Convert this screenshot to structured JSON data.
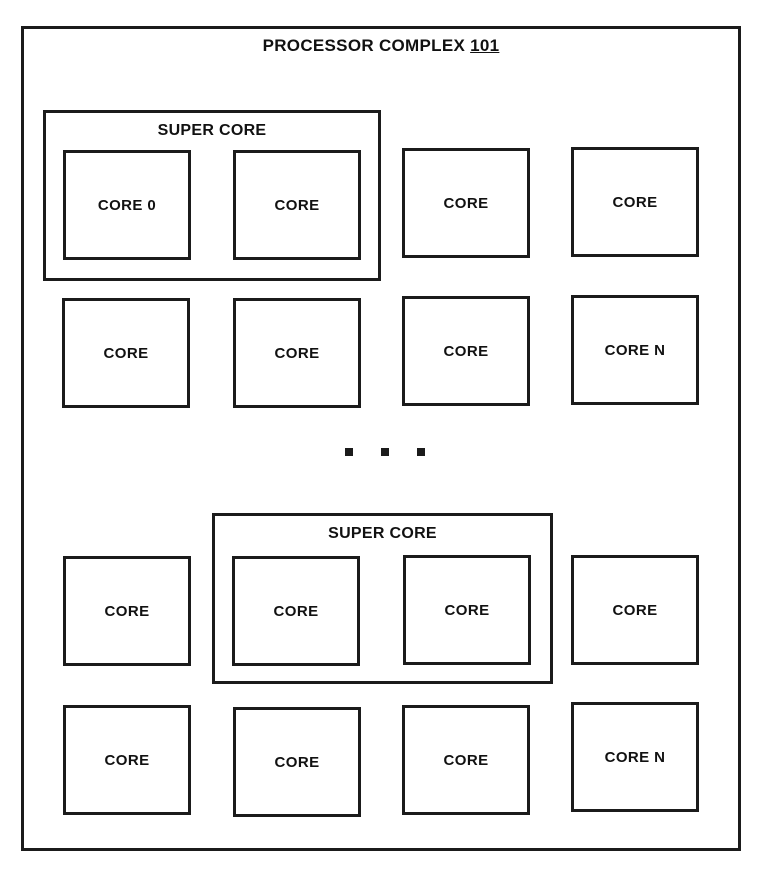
{
  "figure": {
    "title": {
      "text": "PROCESSOR COMPLEX",
      "ref": "101"
    },
    "ellipsis": ". . .",
    "row1": {
      "super_core": {
        "label": "SUPER CORE",
        "cores": [
          "CORE 0",
          "CORE"
        ]
      },
      "cores": [
        "CORE",
        "CORE"
      ]
    },
    "row2": {
      "cores": [
        "CORE",
        "CORE",
        "CORE",
        "CORE N"
      ]
    },
    "row3": {
      "left_core": "CORE",
      "super_core": {
        "label": "SUPER CORE",
        "cores": [
          "CORE",
          "CORE"
        ]
      },
      "right_core": "CORE"
    },
    "row4": {
      "cores": [
        "CORE",
        "CORE",
        "CORE",
        "CORE N"
      ]
    }
  }
}
